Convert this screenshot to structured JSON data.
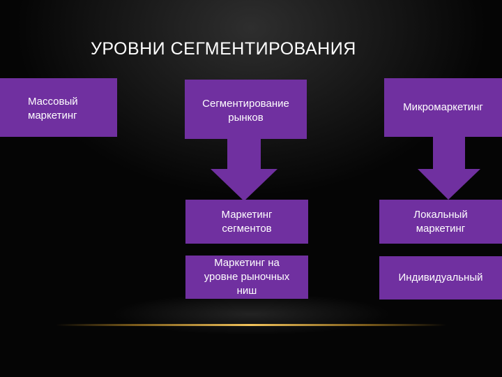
{
  "title": "УРОВНИ СЕГМЕНТИРОВАНИЯ",
  "colors": {
    "box": "#7030a0",
    "text": "#ffffff",
    "background": "#050505",
    "accent_line": "#f2c35a"
  },
  "boxes": {
    "mass": "Массовый\nмаркетинг",
    "segmentation": "Сегментирование\nрынков",
    "micro": "Микромаркетинг",
    "segments": "Маркетинг\nсегментов",
    "niches": "Маркетинг на\nуровне рыночных\nниш",
    "local": "Локальный\nмаркетинг",
    "individual": "Индивидуальный"
  }
}
